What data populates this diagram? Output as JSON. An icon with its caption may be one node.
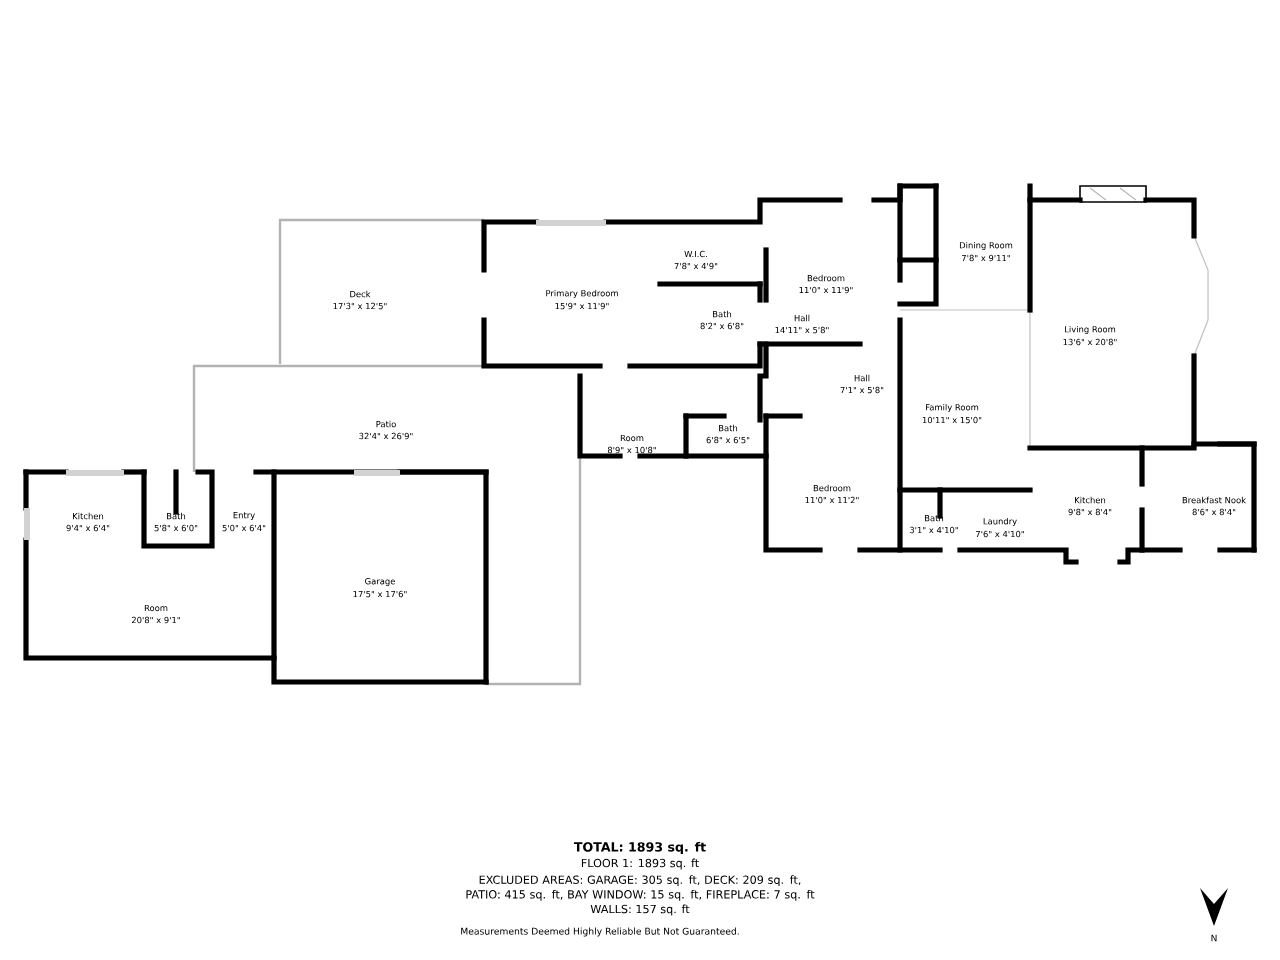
{
  "diagram": {
    "labels": [
      "W.I.C.",
      "7'8\" x 4'9\"",
      "Dining Room",
      "7'8\" x 9'11\"",
      "Deck",
      "17'3\" x 12'5\"",
      "Primary Bedroom",
      "15'9\" x 11'9\"",
      "Bedroom",
      "11'0\" x 11'9\"",
      "Bath",
      "8'2\" x 6'8\"",
      "Living Room",
      "13'6\" x 20'8\"",
      "Hall",
      "14'11\" x 5'8\"",
      "Hall",
      "7'1\" x 5'8\"",
      "Family Room",
      "10'11\" x 15'0\"",
      "Patio",
      "32'4\" x 26'9\"",
      "Room",
      "8'9\" x 10'8\"",
      "Bath",
      "6'8\" x 6'5\"",
      "Kitchen",
      "9'4\" x 6'4\"",
      "Bath",
      "5'8\" x 6'0\"",
      "Entry",
      "5'0\" x 6'4\"",
      "Bedroom",
      "11'0\" x 11'2\"",
      "Kitchen",
      "9'8\" x 8'4\"",
      "Breakfast Nook",
      "8'6\" x 8'4\"",
      "Bath",
      "3'1\" x 4'10\"",
      "Laundry",
      "7'6\" x 4'10\"",
      "Garage",
      "17'5\" x 17'6\"",
      "Room",
      "20'8\" x 9'1\"",
      "TOTAL: 1893 sq. ft",
      "FLOOR 1: 1893 sq. ft",
      "EXCLUDED AREAS: GARAGE: 305 sq. ft, DECK: 209 sq. ft, PATIO: 415 sq. ft, BAY WINDOW: 15 sq. ft, FIREPLACE: 7 sq. ft",
      "WALLS: 157 sq. ft",
      "Measurements Deemed Highly Reliable But Not Guaranteed.",
      "N"
    ]
  }
}
